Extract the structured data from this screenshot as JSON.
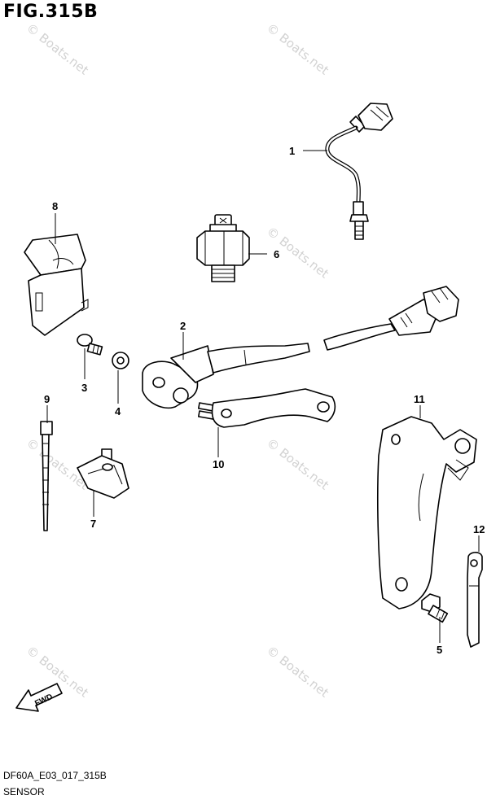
{
  "figure": {
    "title": "FIG.315B",
    "code": "DF60A_E03_017_315B",
    "subtitle": "SENSOR"
  },
  "watermark": "© Boats.net",
  "fwd_label": "FWD",
  "callouts": [
    "1",
    "2",
    "3",
    "4",
    "5",
    "6",
    "7",
    "8",
    "9",
    "10",
    "11",
    "12"
  ]
}
